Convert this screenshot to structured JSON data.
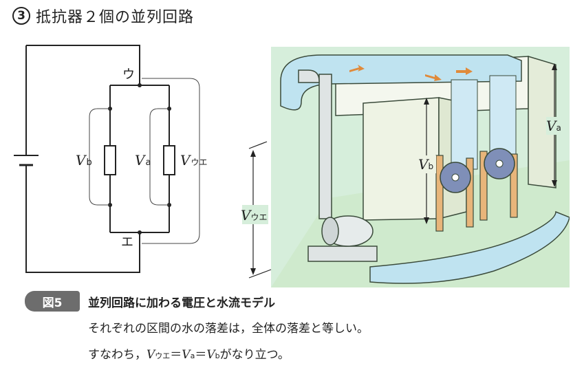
{
  "section": {
    "number": "3",
    "title": "抵抗器２個の並列回路"
  },
  "circuit": {
    "node_top": "ウ",
    "node_bottom": "エ",
    "label_b": "V",
    "label_b_sub": "b",
    "label_a": "V",
    "label_a_sub": "a",
    "label_total": "V",
    "label_total_sub": "ウエ"
  },
  "illustration": {
    "label_total": "V",
    "label_total_sub": "ウエ",
    "label_b": "V",
    "label_b_sub": "b",
    "label_a": "V",
    "label_a_sub": "a"
  },
  "figure": {
    "badge": "図5",
    "title": "並列回路に加わる電圧と水流モデル",
    "line1": "それぞれの区間の水の落差は，全体の落差と等しい。",
    "line2_prefix": "すなわち，",
    "eq_v1": "V",
    "eq_v1_sub": "ウエ",
    "eq_op1": "＝",
    "eq_v2": "V",
    "eq_v2_sub": "a",
    "eq_op2": "＝",
    "eq_v3": "V",
    "eq_v3_sub": "b",
    "line2_suffix": "がなり立つ。"
  }
}
